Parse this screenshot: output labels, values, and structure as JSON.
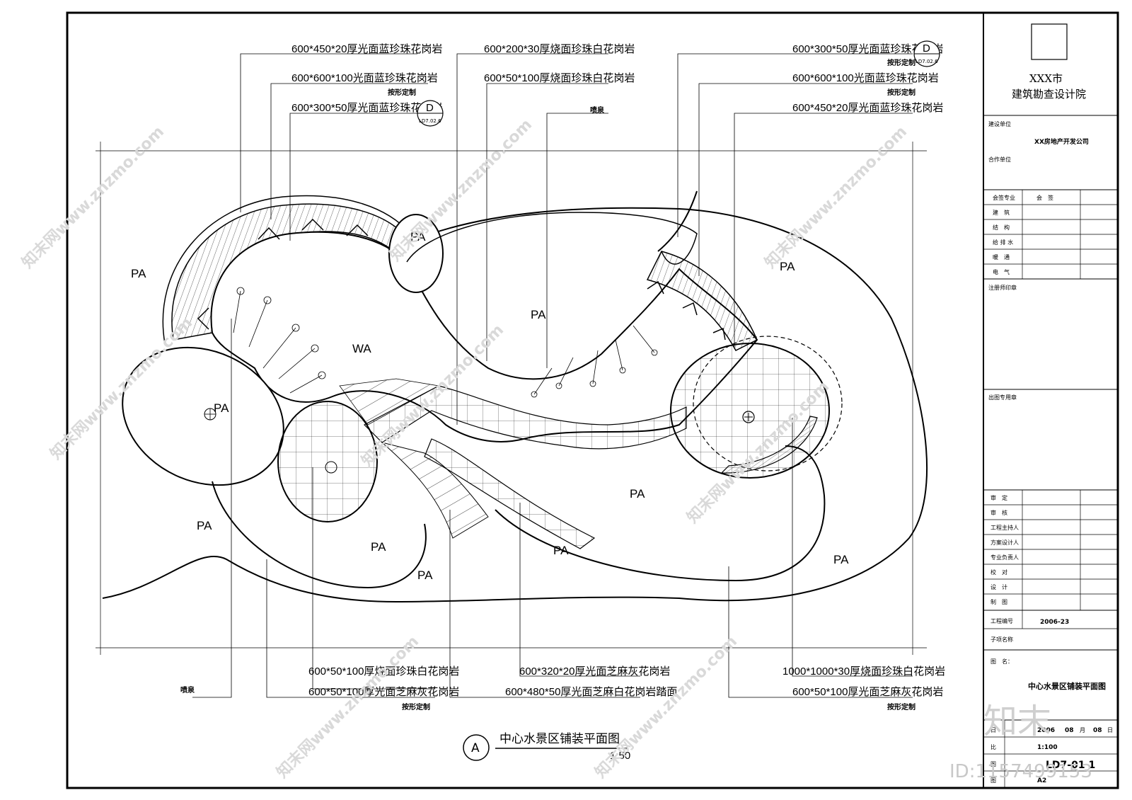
{
  "title_block": {
    "org_line1": "XXX市",
    "org_line2": "建筑勘查设计院",
    "client_label": "建设单位",
    "client_value": "XX房地产开发公司",
    "partner_label": "合作单位",
    "sign_header_1": "会签专业",
    "sign_header_2": "会　签",
    "disciplines": [
      "建　筑",
      "结　构",
      "给 排 水",
      "暖　通",
      "电　气"
    ],
    "seal_label": "注册师印章",
    "stamp_label": "出图专用章",
    "roles": [
      "审　定",
      "审　核",
      "工程主持人",
      "方案设计人",
      "专业负责人",
      "校　对",
      "设　计",
      "制　图"
    ],
    "project_no_label": "工程编号",
    "project_no_value": "2006-23",
    "sub_item_label": "子项名称",
    "drawing_name_label": "图　名：",
    "drawing_name_value": "中心水景区铺装平面图",
    "date_label": "日",
    "date_year": "2006",
    "date_month": "08",
    "date_month_unit": "月",
    "date_day": "08",
    "date_day_unit": "日",
    "scale_label": "比",
    "scale_value": "1:100",
    "sheet_label": "图",
    "sheet_value": "LD7-01 1",
    "size_label": "图",
    "size_value": "A2"
  },
  "annotations": {
    "top_left": [
      "600*450*20厚光面蓝珍珠花岗岩",
      "600*600*100光面蓝珍珠花岗岩",
      "按形定制",
      "600*300*50厚光面蓝珍珠花岗岩"
    ],
    "top_center": [
      "600*200*30厚烧面珍珠白花岗岩",
      "600*50*100厚烧面珍珠白花岗岩",
      "喷泉"
    ],
    "top_right": [
      "600*300*50厚光面蓝珍珠花岗岩",
      "按形定制",
      "600*600*100光面蓝珍珠花岗岩",
      "按形定制",
      "600*450*20厚光面蓝珍珠花岗岩"
    ],
    "bottom_left": [
      "600*50*100厚烧面珍珠白花岗岩",
      "600*50*100厚光面芝麻灰花岗岩",
      "按形定制",
      "喷泉"
    ],
    "bottom_center": [
      "600*320*20厚光面芝麻灰花岗岩",
      "600*480*50厚光面芝麻白花岗岩踏面"
    ],
    "bottom_right": [
      "1000*1000*30厚烧面珍珠白花岗岩",
      "600*50*100厚光面芝麻灰花岗岩",
      "按形定制"
    ]
  },
  "detail_tags": [
    {
      "letter": "D",
      "ref": "LD7.02.6"
    },
    {
      "letter": "D",
      "ref": "LD7.02.6"
    }
  ],
  "zones": [
    "PA",
    "PA",
    "PA",
    "WA",
    "PA",
    "PA",
    "PA",
    "PA",
    "PA",
    "PA",
    "PA"
  ],
  "plan_title": {
    "marker": "A",
    "name": "中心水景区铺装平面图",
    "scale": "1:50"
  },
  "watermarks": {
    "site": "知末网www.znzmo.com",
    "logo": "知末",
    "id": "ID:1157499153"
  }
}
